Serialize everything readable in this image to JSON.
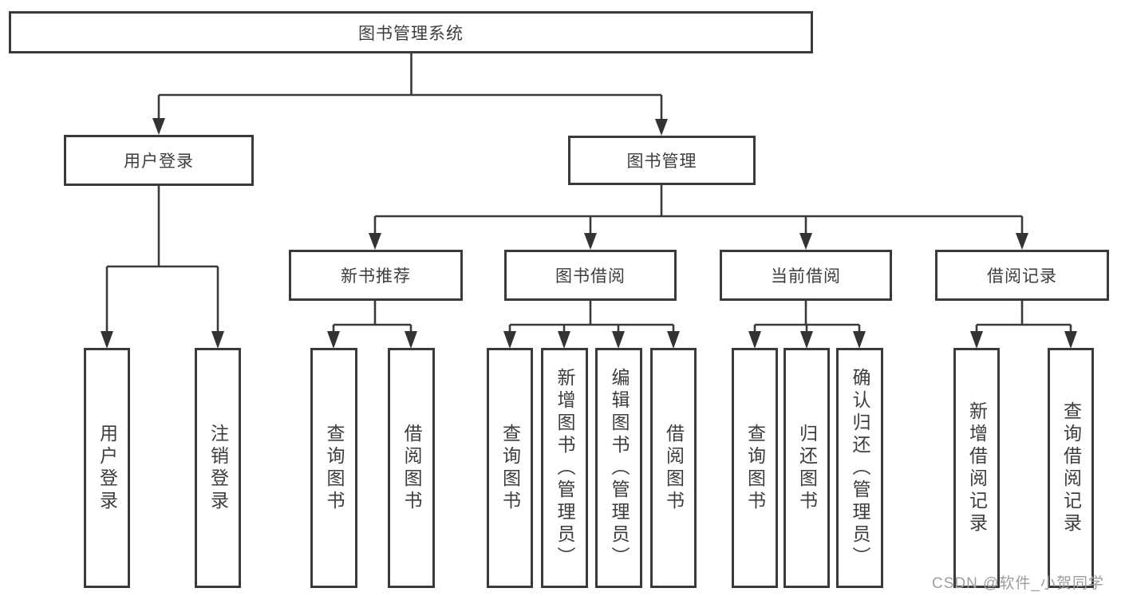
{
  "diagram": {
    "root": "图书管理系统",
    "level2": {
      "user_login": "用户登录",
      "book_management": "图书管理"
    },
    "level3": {
      "new_books": "新书推荐",
      "book_borrowing": "图书借阅",
      "current_borrowing": "当前借阅",
      "borrowing_records": "借阅记录"
    },
    "leaves": {
      "user_login": [
        "用户登录",
        "注销登录"
      ],
      "new_books": [
        "查询图书",
        "借阅图书"
      ],
      "book_borrowing": [
        "查询图书",
        "新增图书（管理员）",
        "编辑图书（管理员）",
        "借阅图书"
      ],
      "current_borrowing": [
        "查询图书",
        "归还图书",
        "确认归还（管理员）"
      ],
      "borrowing_records": [
        "新增借阅记录",
        "查询借阅记录"
      ]
    }
  },
  "watermark": "CSDN @软件_小贺同学",
  "colors": {
    "line": "#3a3a3a",
    "box_border": "#3a3a3a",
    "text": "#3d3d3d",
    "watermark": "#9e9e9e",
    "background": "#ffffff"
  }
}
